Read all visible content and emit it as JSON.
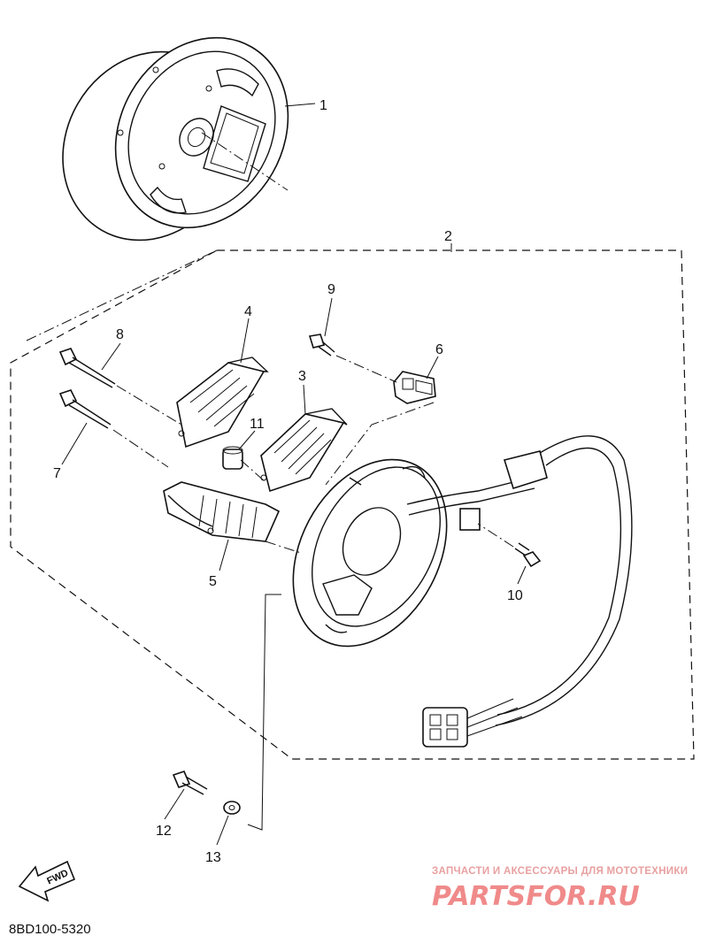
{
  "diagram": {
    "parts": [
      {
        "id": "p1",
        "number": "1"
      },
      {
        "id": "p2",
        "number": "2"
      },
      {
        "id": "p3",
        "number": "3"
      },
      {
        "id": "p4",
        "number": "4"
      },
      {
        "id": "p5",
        "number": "5"
      },
      {
        "id": "p6",
        "number": "6"
      },
      {
        "id": "p7",
        "number": "7"
      },
      {
        "id": "p8",
        "number": "8"
      },
      {
        "id": "p9",
        "number": "9"
      },
      {
        "id": "p10",
        "number": "10"
      },
      {
        "id": "p11",
        "number": "11"
      },
      {
        "id": "p12",
        "number": "12"
      },
      {
        "id": "p13",
        "number": "13"
      }
    ],
    "fwd_label": "FWD",
    "drawing_code": "8BD100-5320"
  },
  "watermark": {
    "tagline": "ЗАПЧАСТИ И АКСЕССУАРЫ ДЛЯ МОТОТЕХНИКИ",
    "logo_text": "PARTSFOR.RU",
    "colors": {
      "tagline": "#e8a0a0",
      "logo": "#f08a8a"
    }
  }
}
